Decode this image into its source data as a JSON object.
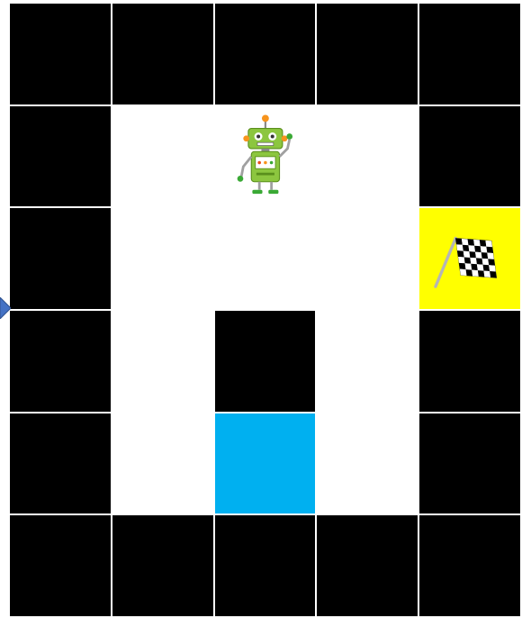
{
  "grid": {
    "rows": 6,
    "cols": 5,
    "cells": [
      [
        "wall",
        "wall",
        "wall",
        "wall",
        "wall"
      ],
      [
        "wall",
        "floor",
        "floor",
        "floor",
        "wall"
      ],
      [
        "wall",
        "floor",
        "floor",
        "floor",
        "goal"
      ],
      [
        "wall",
        "floor",
        "wall",
        "floor",
        "wall"
      ],
      [
        "wall",
        "floor",
        "water",
        "floor",
        "wall"
      ],
      [
        "wall",
        "wall",
        "wall",
        "wall",
        "wall"
      ]
    ]
  },
  "robot": {
    "row": 1,
    "col": 2,
    "icon": "robot-icon"
  },
  "goal": {
    "row": 2,
    "col": 4,
    "icon": "checkered-flag-icon"
  },
  "colors": {
    "wall": "#000000",
    "floor": "#ffffff",
    "water": "#00b0f0",
    "goal": "#ffff00",
    "robot_body": "#8cc63f",
    "arrow": "#4472c4"
  }
}
